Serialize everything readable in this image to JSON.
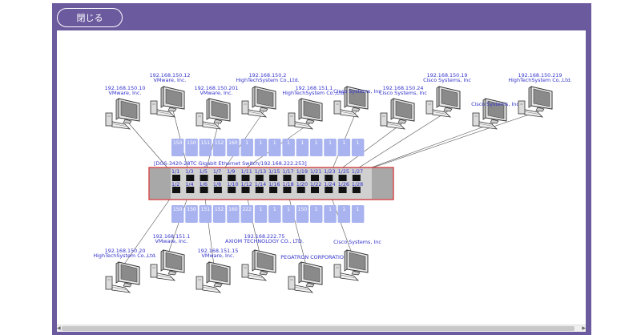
{
  "window": {
    "close_label": "閉じる"
  },
  "switch": {
    "label": "[DGS-3420-28TC Gigabit Ethernet Switch/192.168.222.253]",
    "top_ports": [
      "1/1",
      "1/3",
      "1/5",
      "1/7",
      "1/9",
      "1/11",
      "1/13",
      "1/15",
      "1/17",
      "1/19",
      "1/21",
      "1/23",
      "1/25",
      "1/27"
    ],
    "bottom_ports": [
      "1/2",
      "1/4",
      "1/6",
      "1/8",
      "1/10",
      "1/12",
      "1/14",
      "1/16",
      "1/18",
      "1/20",
      "1/22",
      "1/24",
      "1/26",
      "1/28"
    ],
    "top_vlans": [
      "150",
      "150",
      "151",
      "152",
      "160",
      "1",
      "1",
      "1",
      "1",
      "1",
      "1",
      "1",
      "1",
      "1"
    ],
    "bottom_vlans": [
      "150",
      "150",
      "151",
      "152",
      "160",
      "222",
      "1",
      "1",
      "1",
      "150",
      "1",
      "1",
      "1",
      "1"
    ]
  },
  "devices_top": [
    {
      "ip": "192.168.150.10",
      "vendor": "VMware, Inc.",
      "port": "1/1"
    },
    {
      "ip": "192.168.150.12",
      "vendor": "VMware, Inc.",
      "port": "1/3"
    },
    {
      "ip": "192.168.150.201",
      "vendor": "VMware, Inc.",
      "port": "1/5"
    },
    {
      "ip": "192.168.150.2",
      "vendor": "HighTechSystem Co.,Ltd.",
      "port": "1/7"
    },
    {
      "ip": "192.168.151.1",
      "vendor": "HighTechSystem Co.,Ltd.",
      "port": "1/9"
    },
    {
      "ip": "",
      "vendor": "Cisco Systems, Inc",
      "port": "1/23"
    },
    {
      "ip": "192.168.150.24",
      "vendor": "Cisco Systems, Inc",
      "port": "1/23"
    },
    {
      "ip": "192.168.150.19",
      "vendor": "Cisco Systems, Inc",
      "port": "1/25"
    },
    {
      "ip": "",
      "vendor": "Cisco Systems, Inc",
      "port": "1/25"
    },
    {
      "ip": "192.168.150.219",
      "vendor": "HighTechSystem Co.,Ltd.",
      "port": "1/25"
    }
  ],
  "devices_bottom": [
    {
      "ip": "192.168.150.20",
      "vendor": "HighTechSystem Co.,Ltd.",
      "port": "1/2"
    },
    {
      "ip": "192.168.151.1",
      "vendor": "VMware, Inc.",
      "port": "1/4"
    },
    {
      "ip": "192.168.151.15",
      "vendor": "VMware, Inc.",
      "port": "1/6"
    },
    {
      "ip": "192.168.222.75",
      "vendor": "AXIOM TECHNOLOGY CO., LTD.",
      "port": "1/12"
    },
    {
      "ip": "",
      "vendor": "PEGATRON CORPORATION",
      "port": "1/18"
    },
    {
      "ip": "",
      "vendor": "Cisco Systems, Inc",
      "port": "1/24"
    }
  ]
}
